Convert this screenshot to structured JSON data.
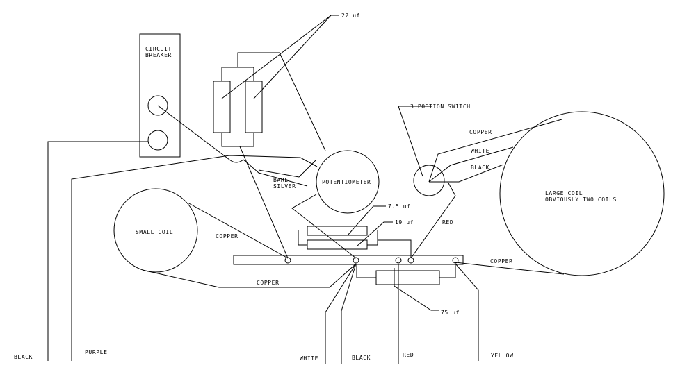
{
  "diagram": {
    "labels": {
      "cap_22uf": "22 uf",
      "breaker_line1": "CIRCUIT",
      "breaker_line2": "BREAKER",
      "switch": "3 POSTION SWITCH",
      "large_copper": "COPPER",
      "large_white": "WHITE",
      "large_black": "BLACK",
      "large_coil_line1": "LARGE COIL",
      "large_coil_line2": "OBVIOUSLY TWO COILS",
      "bare_silver_line1": "BARE",
      "bare_silver_line2": "SILVER",
      "potentiometer": "POTENTIOMETER",
      "cap_7_5uf": "7.5 uf",
      "cap_19uf": "19 uf",
      "small_coil": "SMALL COIL",
      "copper_upper": "COPPER",
      "copper_lower": "COPPER",
      "red_switch": "RED",
      "copper_right": "COPPER",
      "cap_75uf": "75 uf",
      "wire_black_left": "BLACK",
      "wire_purple": "PURPLE",
      "wire_white": "WHITE",
      "wire_black_bottom": "BLACK",
      "wire_red": "RED",
      "wire_yellow": "YELLOW"
    }
  }
}
